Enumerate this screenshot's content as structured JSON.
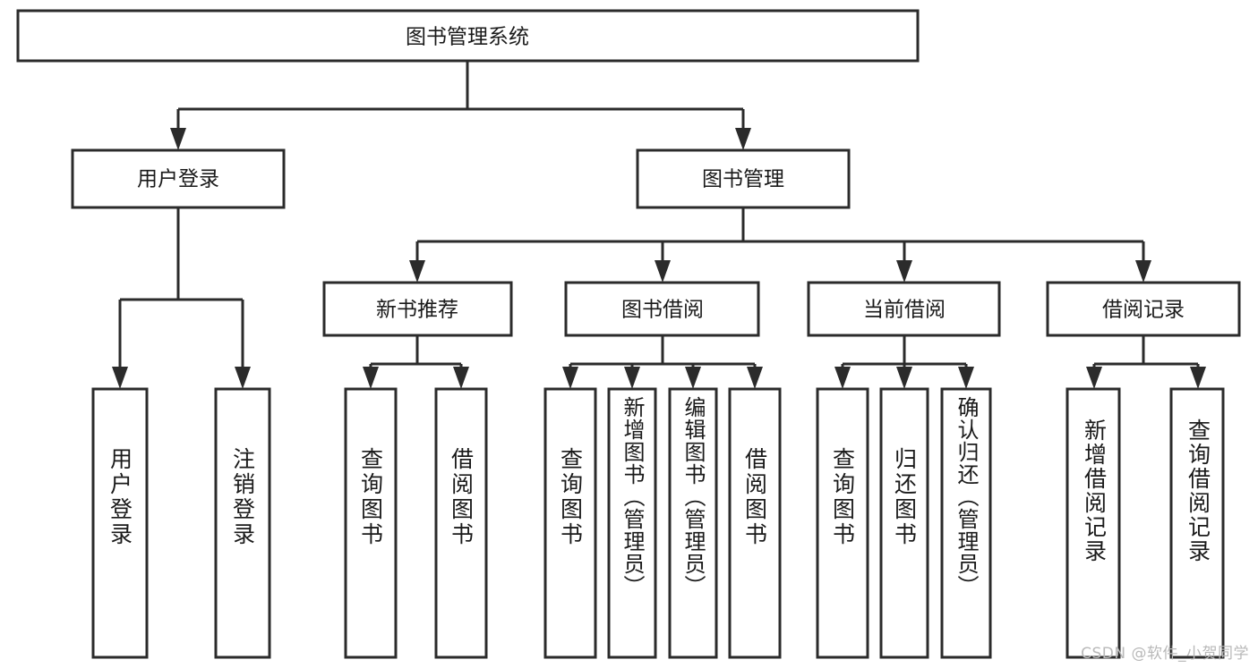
{
  "page": {
    "title": "图书管理系统",
    "watermark": "CSDN @软件_小贺同学",
    "stroke_color": "#2b2b2b",
    "fill_color": "#ffffff",
    "text_color": "#1a1a1a",
    "background": "#ffffff"
  },
  "tree": {
    "root": {
      "label": "图书管理系统"
    },
    "level1": [
      {
        "label": "用户登录"
      },
      {
        "label": "图书管理"
      }
    ],
    "level2": [
      {
        "label": "新书推荐"
      },
      {
        "label": "图书借阅"
      },
      {
        "label": "当前借阅"
      },
      {
        "label": "借阅记录"
      }
    ],
    "leaves": {
      "user_login": [
        {
          "label": "用户登录"
        },
        {
          "label": "注销登录"
        }
      ],
      "new_book_recommend": [
        {
          "label": "查询图书"
        },
        {
          "label": "借阅图书"
        }
      ],
      "book_borrow": [
        {
          "label": "查询图书"
        },
        {
          "label": "新增图书（管理员）"
        },
        {
          "label": "编辑图书（管理员）"
        },
        {
          "label": "借阅图书"
        }
      ],
      "current_borrow": [
        {
          "label": "查询图书"
        },
        {
          "label": "归还图书"
        },
        {
          "label": "确认归还（管理员）"
        }
      ],
      "borrow_records": [
        {
          "label": "新增借阅记录"
        },
        {
          "label": "查询借阅记录"
        }
      ]
    }
  }
}
